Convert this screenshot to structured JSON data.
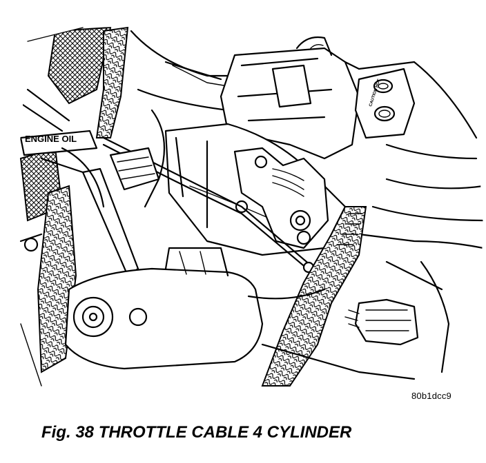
{
  "figure": {
    "caption": "Fig. 38 THROTTLE CABLE 4 CYLINDER",
    "reference_code": "80b1dcc9",
    "labels": {
      "engine_oil": "ENGINE OIL",
      "caution_hot": "CAUTION HOT"
    }
  }
}
